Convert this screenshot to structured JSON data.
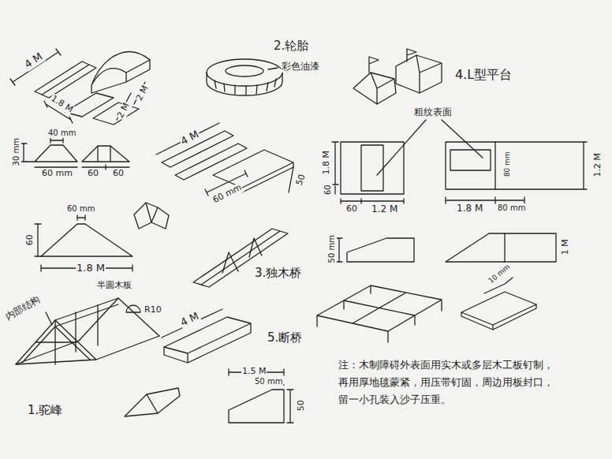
{
  "diagram": {
    "labels": [
      "4 M",
      "1.8 M",
      "2 M",
      "2 M",
      "30 mm",
      "40 mm",
      "60 mm",
      "60",
      "60",
      "60 mm",
      "60",
      "1.8 M",
      "半圆木板",
      "R10",
      "内部结构",
      "1.驼峰",
      "2.轮胎",
      "彩色油漆",
      "4 M",
      "50",
      "60 mm",
      "3.独木桥",
      "4 M",
      "5.断桥",
      "1.5 M",
      "50 mm",
      "50",
      "4.L型平台",
      "粗纹表面",
      "1.8 M",
      "60",
      "60",
      "1.2 M",
      "50 mm",
      "1.8 M",
      "80 mm",
      "1.2 M",
      "80 mm",
      "1 M",
      "10 mm",
      "注：木制障碍外表面用实木或多层木工板钉制， 再用厚地毯蒙紧，用压带钉固，周边用板封口， 留一小孔装入沙子压重。"
    ]
  }
}
